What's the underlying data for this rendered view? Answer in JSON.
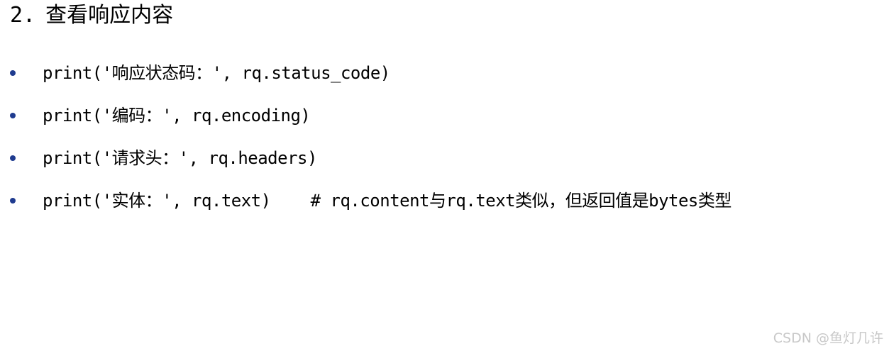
{
  "heading": {
    "number": "2.",
    "title": "查看响应内容"
  },
  "bullets": [
    {
      "code": "print('响应状态码：', rq.status_code)",
      "comment": ""
    },
    {
      "code": "print('编码：', rq.encoding)",
      "comment": ""
    },
    {
      "code": "print('请求头：', rq.headers)",
      "comment": ""
    },
    {
      "code": "print('实体：', rq.text)",
      "comment": "# rq.content与rq.text类似，但返回值是bytes类型"
    }
  ],
  "bullet_color": "#1f3b8f",
  "watermark": "CSDN @鱼灯几许"
}
